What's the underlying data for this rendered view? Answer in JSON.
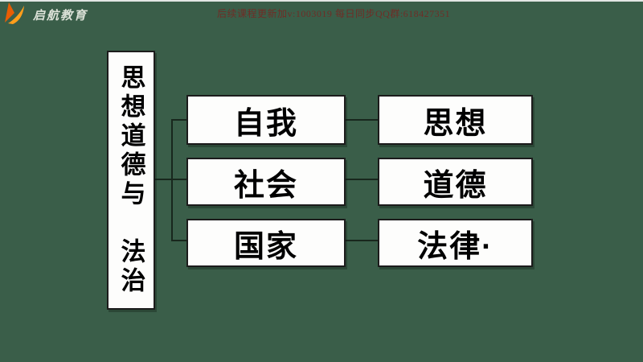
{
  "header": {
    "brand": {
      "logo_icon": "sail-swoosh-icon",
      "name": "启航教育",
      "logo_color_dark": "#e85d04",
      "logo_color_light": "#ff9e1b"
    },
    "notice_left": "后续课程更新加v:1003019",
    "notice_right": "每日同步QQ群:618427351",
    "notice_color": "#6f2d26"
  },
  "diagram": {
    "root_label": "思想道德与　法治",
    "rows": [
      {
        "level": "自我",
        "aspect": "思想"
      },
      {
        "level": "社会",
        "aspect": "道德"
      },
      {
        "level": "国家",
        "aspect": "法律·"
      }
    ]
  },
  "colors": {
    "background": "#3a5e49",
    "box_background": "#fdfdfc",
    "box_border": "#1c1c1c",
    "connector": "#18271d",
    "text": "#000000"
  }
}
